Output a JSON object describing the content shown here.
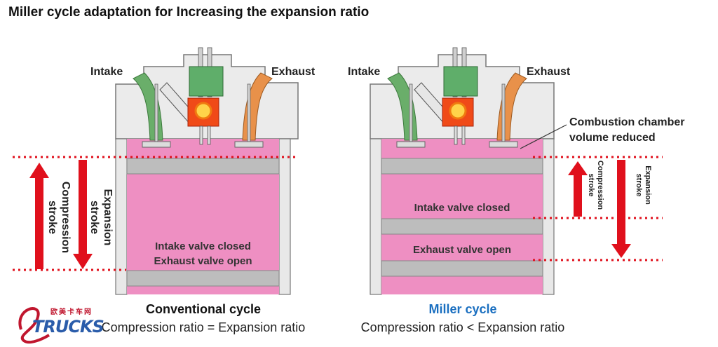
{
  "title": "Miller cycle adaptation for Increasing the expansion ratio",
  "colors": {
    "pink": "#ee8fc2",
    "ring": "#bdbdbd",
    "arrow_red": "#e0101c",
    "dotted_red": "#e0101c",
    "intake_green": "#6aae6a",
    "exhaust_orange": "#e8914a",
    "miller_blue": "#1a6fc0"
  },
  "left": {
    "intake_label": "Intake",
    "exhaust_label": "Exhaust",
    "compression_label_line1": "Compression",
    "compression_label_line2": "stroke",
    "expansion_label_line1": "Expansion",
    "expansion_label_line2": "stroke",
    "inner_line1": "Intake valve closed",
    "inner_line2": "Exhaust valve open",
    "caption_title": "Conventional cycle",
    "caption_sub": "Compression ratio = Expansion ratio"
  },
  "right": {
    "intake_label": "Intake",
    "exhaust_label": "Exhaust",
    "chamber_line1": "Combustion chamber",
    "chamber_line2": "volume reduced",
    "compression_label_line1": "Compression",
    "compression_label_line2": "stroke",
    "expansion_label_line1": "Expansion",
    "expansion_label_line2": "stroke",
    "inner_line1": "Intake valve closed",
    "inner_line2": "Exhaust valve open",
    "caption_title": "Miller cycle",
    "caption_sub": "Compression ratio < Expansion ratio"
  },
  "logo": {
    "chinese": "欧美卡车网",
    "text": "TRUCKS"
  }
}
